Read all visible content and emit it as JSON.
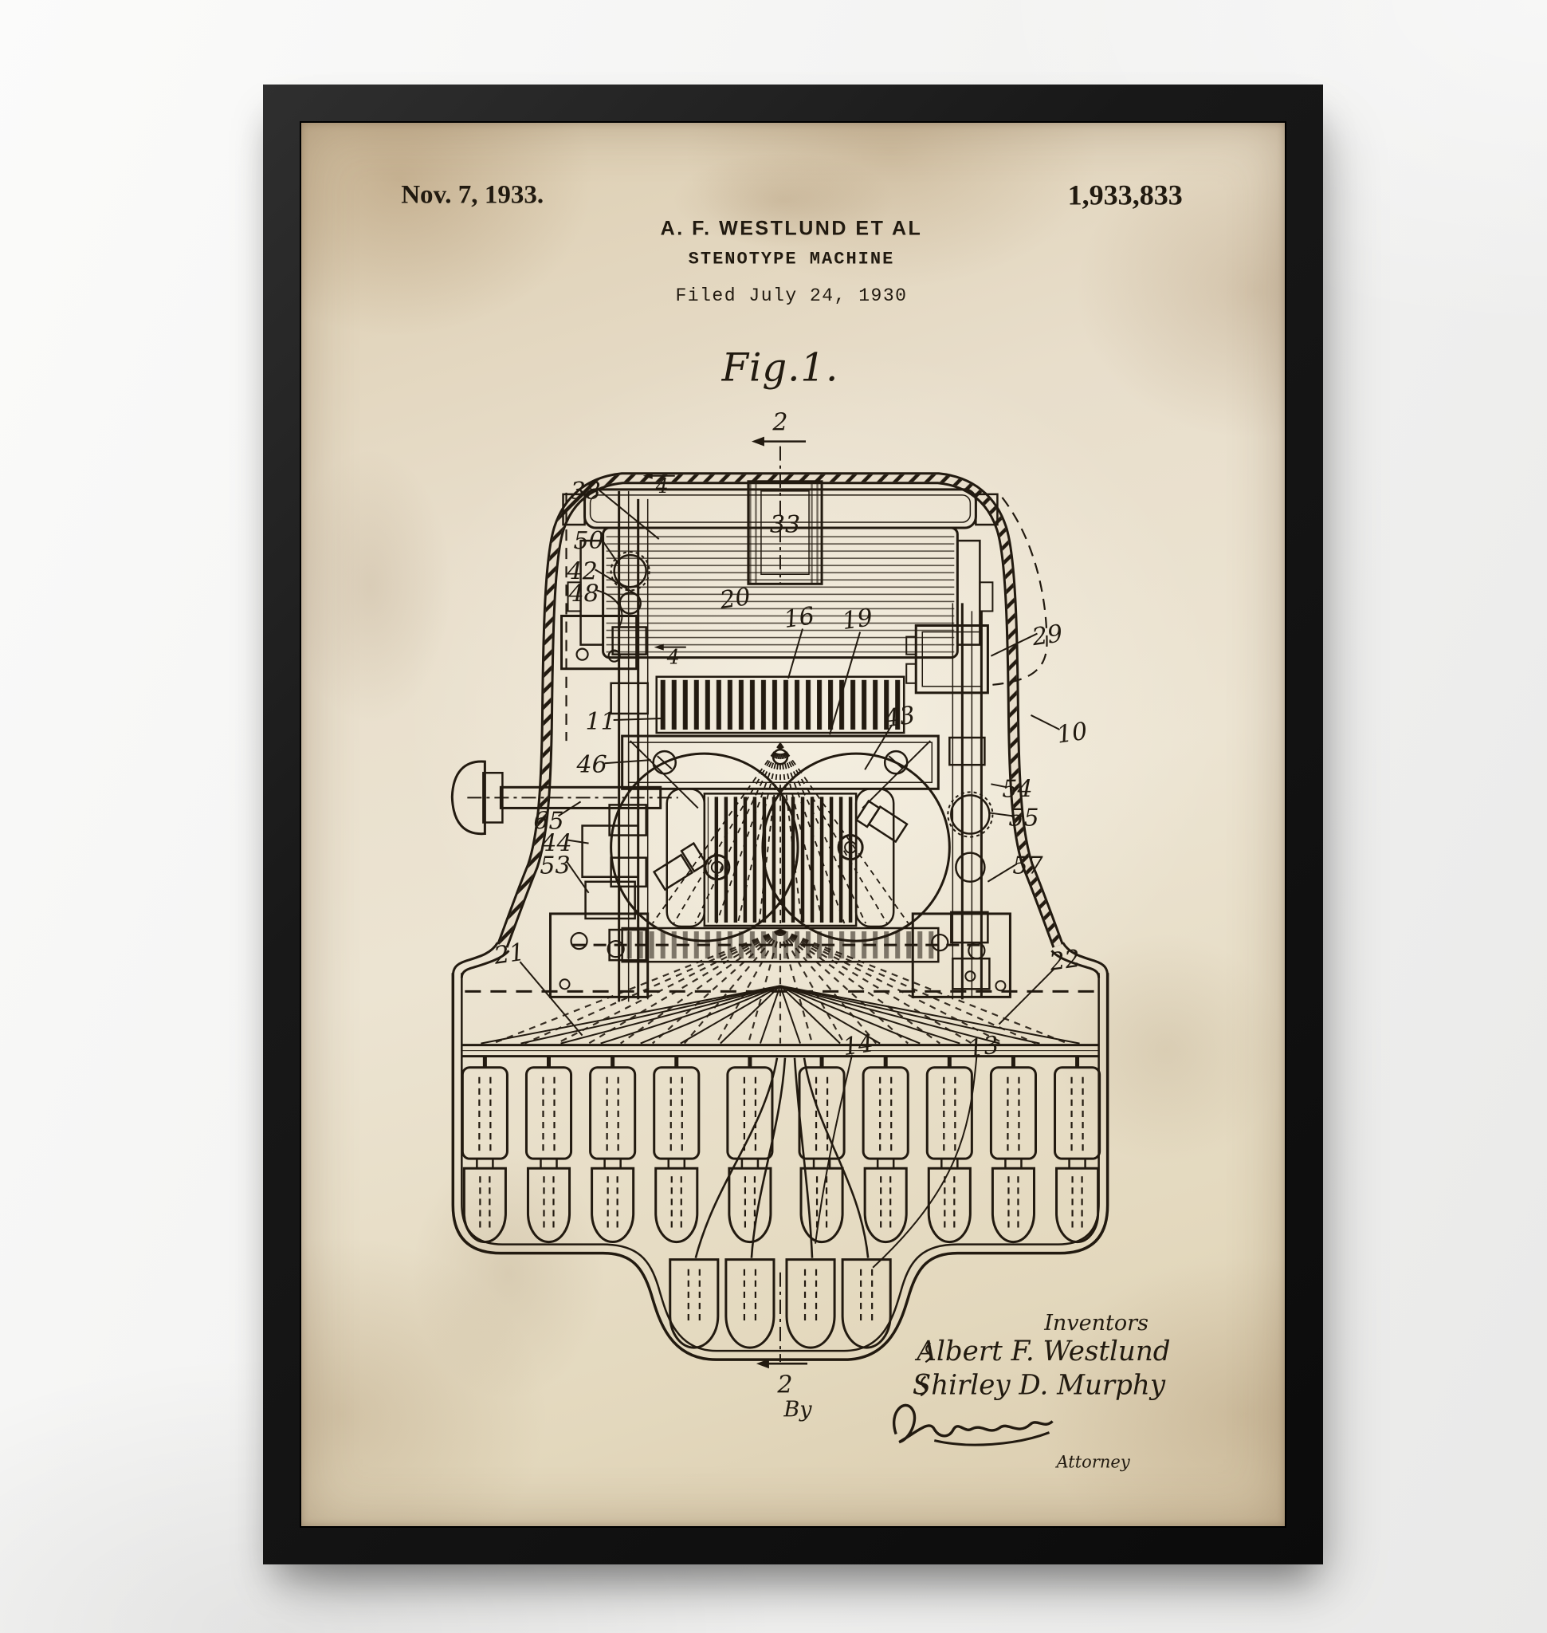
{
  "scene": {
    "wall_color": "#f3f3f2",
    "frame_color": "#141414",
    "paper_color": "#e8decb",
    "ink_color": "#221a10"
  },
  "header": {
    "date": "Nov. 7, 1933.",
    "patent_number": "1,933,833",
    "inventor_line": "A. F. WESTLUND ET AL",
    "title": "STENOTYPE MACHINE",
    "filed_line": "Filed July 24, 1930",
    "figure_label": "Fig.1."
  },
  "drawing": {
    "part_labels": [
      {
        "id": "top-arrow",
        "text": "2"
      },
      {
        "id": "knob",
        "text": "33"
      },
      {
        "id": "sec-a",
        "text": "4"
      },
      {
        "id": "sec-b",
        "text": "4"
      },
      {
        "id": "n38",
        "text": "38"
      },
      {
        "id": "n20",
        "text": "20"
      },
      {
        "id": "n16",
        "text": "16"
      },
      {
        "id": "n19",
        "text": "19"
      },
      {
        "id": "n50",
        "text": "50"
      },
      {
        "id": "n42",
        "text": "42"
      },
      {
        "id": "n48",
        "text": "48"
      },
      {
        "id": "n29",
        "text": "29"
      },
      {
        "id": "n11",
        "text": "11"
      },
      {
        "id": "n43",
        "text": "43"
      },
      {
        "id": "n10",
        "text": "10"
      },
      {
        "id": "n46",
        "text": "46"
      },
      {
        "id": "n54",
        "text": "54"
      },
      {
        "id": "n55",
        "text": "55"
      },
      {
        "id": "n65",
        "text": "65"
      },
      {
        "id": "n44",
        "text": "44"
      },
      {
        "id": "n53",
        "text": "53"
      },
      {
        "id": "n57",
        "text": "57"
      },
      {
        "id": "n21",
        "text": "21"
      },
      {
        "id": "n22",
        "text": "22"
      },
      {
        "id": "n14",
        "text": "14"
      },
      {
        "id": "n13",
        "text": "13"
      },
      {
        "id": "bottom-arrow",
        "text": "2"
      }
    ]
  },
  "signature_block": {
    "inventors_heading": "Inventors",
    "inventor_1": "Albert F. Westlund",
    "inventor_2": "Shirley D. Murphy",
    "by_label": "By",
    "attorney_label": "Attorney"
  }
}
